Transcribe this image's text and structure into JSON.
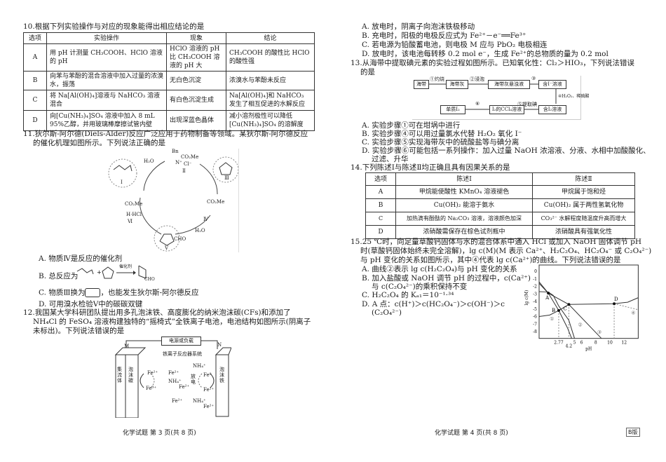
{
  "q10": {
    "stem": "10.根据下列实验操作与对应的现象能得出相应结论的是",
    "headers": [
      "选项",
      "实验操作",
      "现象",
      "结论"
    ],
    "rows": [
      {
        "opt": "A",
        "op": "用 pH 计测量 CH₃COOH、HClO 溶液的 pH",
        "ph": "HClO 溶液的 pH 比 CH₃COOH 溶液的 pH 大",
        "con": "CH₃COOH 的酸性比 HClO 的酸性强"
      },
      {
        "opt": "B",
        "op": "向苯与苯酚的混合溶液中加入过量的浓溴水，振荡",
        "ph": "无白色沉淀",
        "con": "浓溴水与苯酚未反应"
      },
      {
        "opt": "C",
        "op": "将 Na[Al(OH)₄]溶液与 NaHCO₃ 溶液混合",
        "ph": "有白色沉淀生成",
        "con": "Na[Al(OH)₄]和 NaHCO₃ 发生了相互促进的水解反应"
      },
      {
        "opt": "D",
        "op": "向[Cu(NH₃)₄]SO₄ 溶液中加入 8 mL 95%乙醇，并用玻璃棒摩擦试管内壁",
        "ph": "出现深蓝色晶体",
        "con": "减小溶剂极性可以降低[Cu(NH₃)₄]SO₄ 的溶解度"
      }
    ]
  },
  "q11": {
    "stem1": "11.狄尔斯-阿尔德(Diels-Alder)反应广泛应用于药物制备等领域。某狄尔斯-阿尔德反应",
    "stem2": "的催化机理如图所示。下列说法正确的是",
    "fig": {
      "h2o": "H₂O",
      "bn": "Bn",
      "co2me": "CO₂Me",
      "cl": "Cl⁻",
      "n": "N⁺",
      "nhcl": "H·HCl",
      "cho": "CHO",
      "I": "Ⅰ",
      "II": "Ⅱ",
      "III": "Ⅲ",
      "IV": "Ⅳ",
      "V": "Ⅴ",
      "VI": "Ⅵ"
    },
    "A": "A. 物质Ⅳ是反应的催化剂",
    "B": "B. 总反应为",
    "B_cat": "催化剂",
    "C1": "C. 物质Ⅲ换为",
    "C2": "，也能发生狄尔斯-阿尔德反应",
    "D": "D. 可用溴水检验Ⅴ中的碳碳双键"
  },
  "q12": {
    "stem1": "12.我国某大学科研团队提出用多孔泡沫铁、高度膨化的纳米泡沫碳(CFs)和添加了",
    "stem2": "NH₄Cl 的 FeSO₄ 溶液构建独特的“摇椅式”全铁离子电池，电池结构如图所示(阴离子",
    "stem3": "未标出)。下列说法错误的是",
    "fig": {
      "source": "电源或负载",
      "system": "铁离子反应器系统",
      "M": "M",
      "N": "N",
      "collector": "集流体",
      "foam_c": "泡沫碳",
      "foam_fe": "泡沫铁",
      "discharge": "放电",
      "fe2": "Fe²⁺",
      "fe3": "Fe³⁺",
      "fe0": "Fe⁰",
      "nh4": "NH₄⁺"
    },
    "A": "A. 放电时，阴离子向泡沫铁极移动",
    "B": "B. 充电时，阳极的电极反应式为 Fe²⁺－e⁻══Fe³⁺",
    "C": "C. 若电源为铅酸蓄电池，则电极 M 应与 PbO₂ 电极相连",
    "D": "D. 放电时，该电池每转移 0.2 mol e⁻，生成 Fe²⁺的总物质的量为 0.2 mol"
  },
  "q13": {
    "stem1": "13.从海带中提取碘元素的实验过程如图所示。已知氧化性：Cl₂＞HIO₃，下列说法错误",
    "stem2": "的是",
    "flow": {
      "b1": "海带",
      "s1": "①灼烧",
      "b2": "海带灰",
      "s2": "②浸泡",
      "b3": "海带灰悬浊液",
      "s3": "③",
      "b4": "含I⁻溶液",
      "s4": "④H₂O₂、稀硫酸",
      "b5": "含I₂溶液",
      "s5": "⑤提取碘",
      "b6": "I₂的CCl₄溶液",
      "s6": "⑥",
      "b7": "单质I₂"
    },
    "A": "A. 实验步骤①可在坩埚中进行",
    "B": "B. 实验步骤④可以用过量氯水代替 H₂O₂ 氧化 I⁻",
    "C": "C. 实验步骤⑤实现海带灰中的硫酸盐等与碘分离",
    "D1": "D. 实验步骤⑥可能包括一系列操作：加入过量 NaOH 浓溶液、分液、水相中加酸酸化、",
    "D2": "过滤、升华"
  },
  "q14": {
    "stem": "14.下列陈述Ⅰ与陈述Ⅱ均正确且具有因果关系的是",
    "headers": [
      "选项",
      "陈述Ⅰ",
      "陈述Ⅱ"
    ],
    "rows": [
      {
        "opt": "A",
        "s1": "甲烷能使酸性 KMnO₄ 溶液褪色",
        "s2": "甲烷属于饱和烃"
      },
      {
        "opt": "B",
        "s1": "Cu(OH)₂ 能溶于氨水",
        "s2": "Cu(OH)₂ 属于两性氢氧化物"
      },
      {
        "opt": "C",
        "s1": "加热滴有酚酞的 Na₂CO₃ 溶液，溶液颜色加深",
        "s2": "CO₃²⁻ 水解程度随温度升高而增大"
      },
      {
        "opt": "D",
        "s1": "浓硝酸需保存在棕色试剂瓶中",
        "s2": "浓硝酸具有强氧化性"
      }
    ]
  },
  "q15": {
    "stem1": "15.25 ℃时，向足量草酸钙固体与水的混合体系中通入 HCl 或加入 NaOH 固体调节 pH",
    "stem2": "时(草酸钙固体始终未完全溶解)，lg c(M)(M 表示 Ca²⁺、H₂C₂O₄、HC₂O₄⁻ 或 C₂O₄²⁻)",
    "stem3": "与 pH 变化的关系如图所示，其中④代表 lg c(Ca²⁺)的曲线。下列说法错误的是",
    "A": "A. 曲线②表示 lg c(H₂C₂O₄)与 pH 变化的关系",
    "B1": "B. 加入盐酸或 NaOH 调节 pH 的过程中，c(Ca²⁺)",
    "B2": "与 c(C₂O₄²⁻)的乘积保持不变",
    "C": "C. H₂C₂O₄ 的 Kₐ₁＝10⁻¹·³⁴",
    "D1": "D. A 点：c(H⁺)＞c(HC₂O₄⁻)＞c(OH⁻)＞c",
    "D2": "(C₂O₄²⁻)",
    "graph": {
      "ylabel": "lg c(M)",
      "xlabel": "pH",
      "yticks": [
        "0",
        "-1",
        "-2",
        "-3",
        "-4",
        "-5",
        "-6",
        "-7",
        "-8"
      ],
      "xticks": [
        "2.77",
        "4.2",
        "5",
        "6",
        "8",
        "10",
        "12"
      ],
      "points": [
        "A",
        "B",
        "C",
        "D"
      ],
      "curves": [
        "①",
        "②",
        "③",
        "④"
      ]
    }
  },
  "footer": {
    "left": "化学试题 第 3 页(共 8 页)",
    "right": "化学试题 第 4 页(共 8 页)",
    "badge": "B版"
  }
}
